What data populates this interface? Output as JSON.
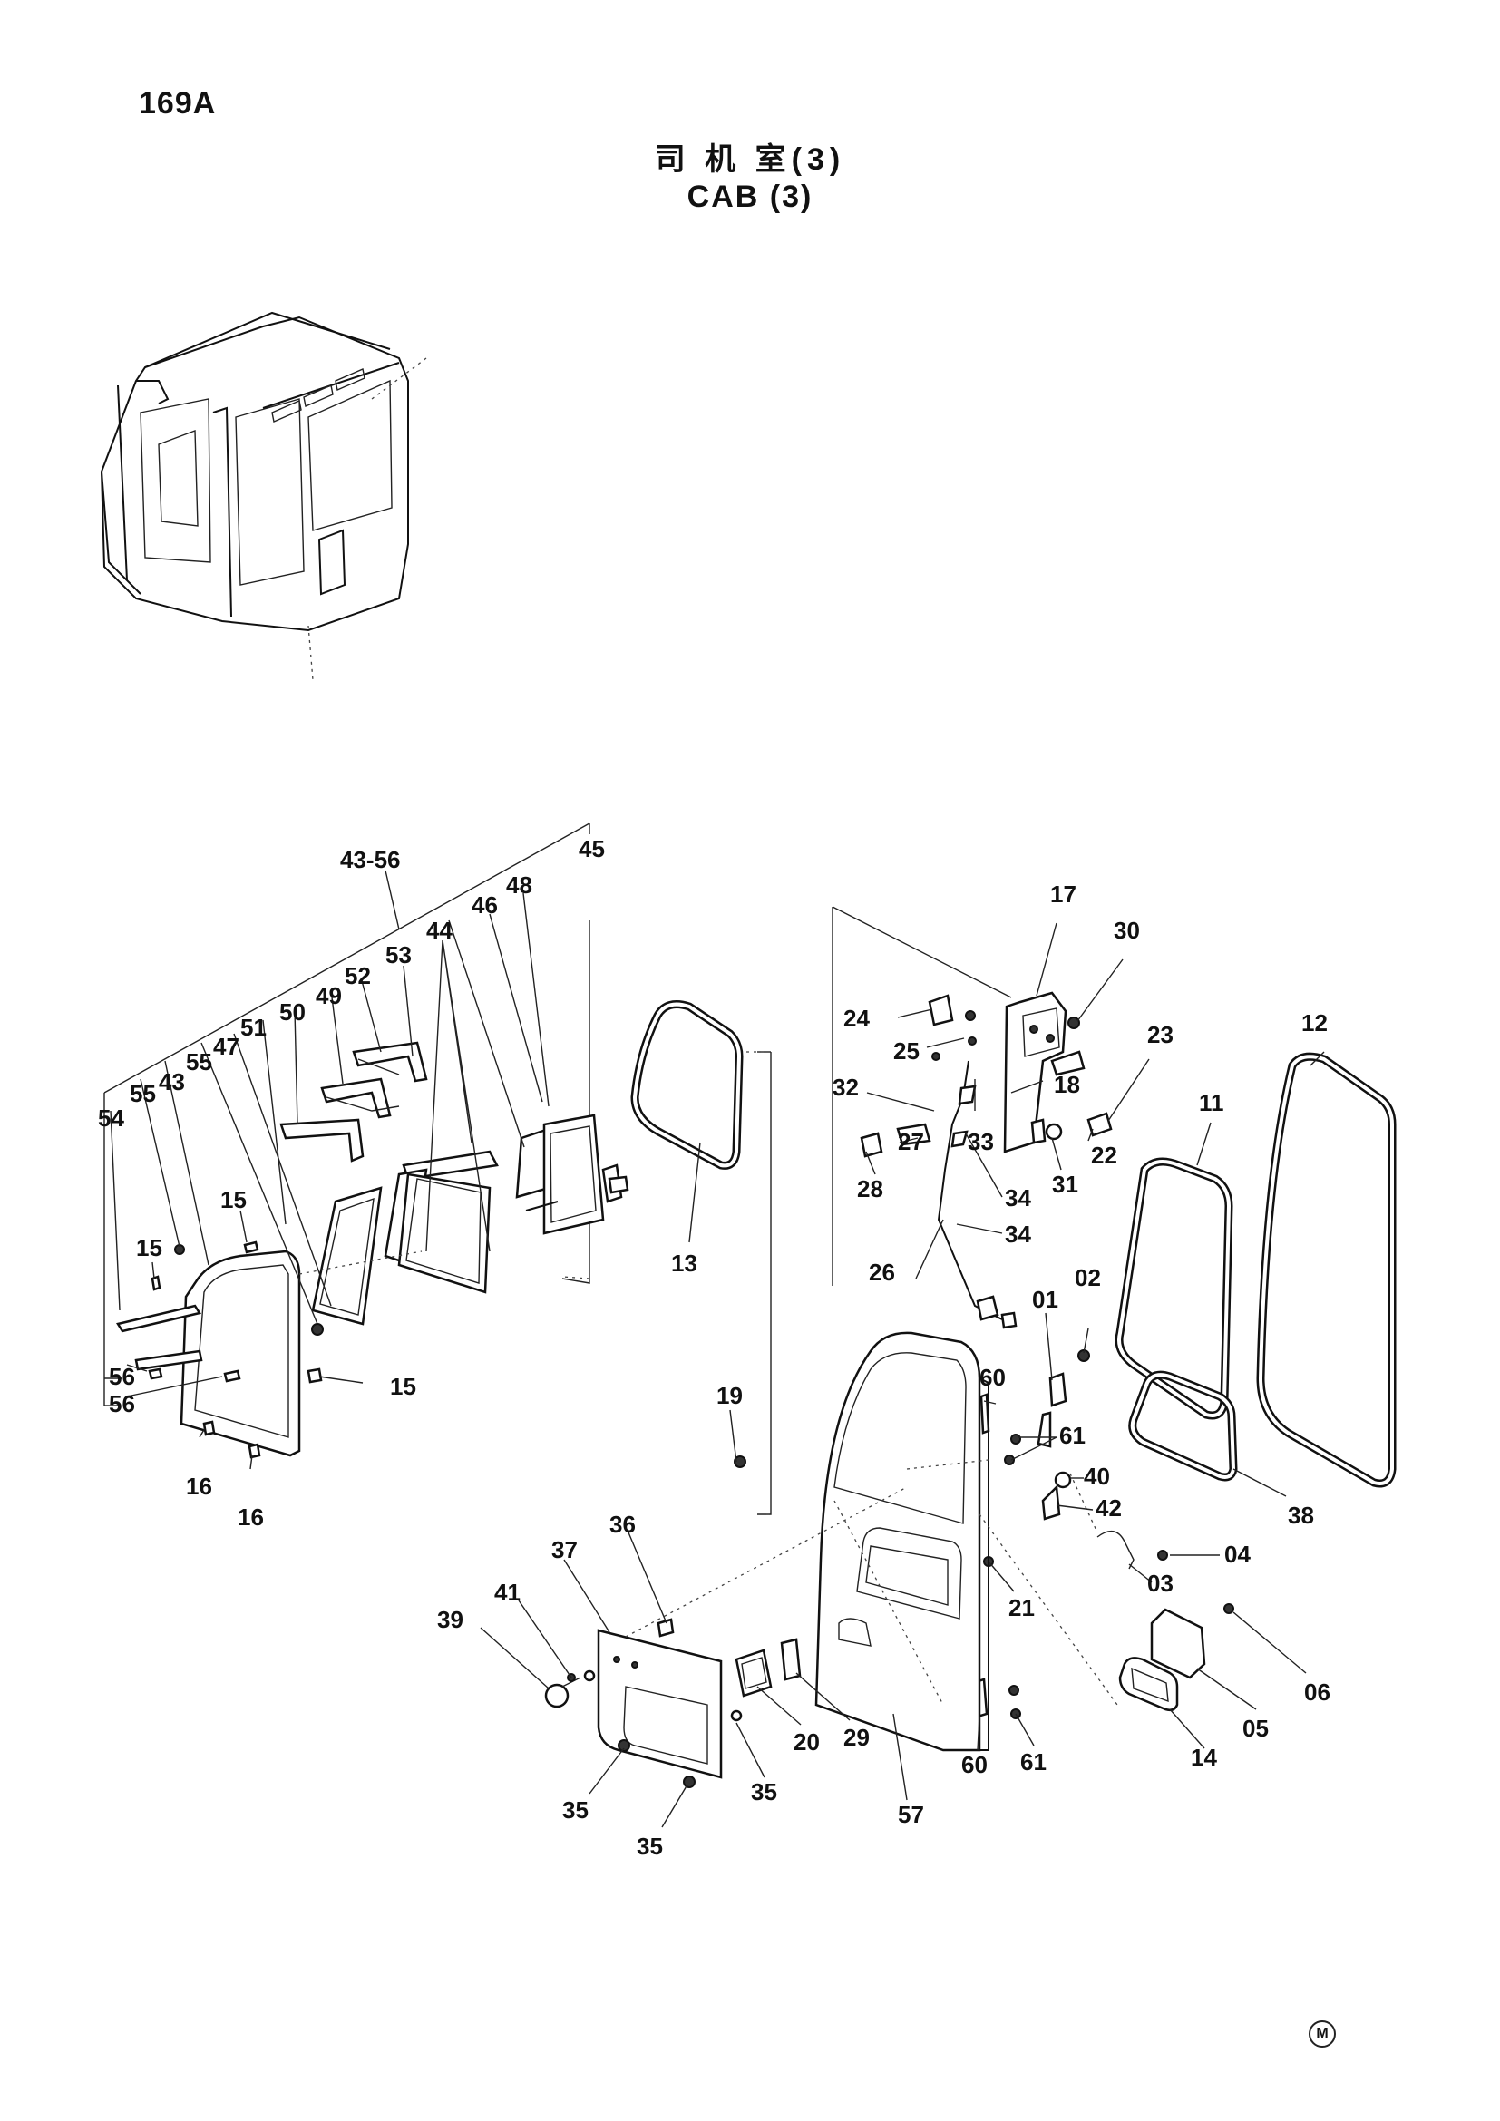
{
  "page": {
    "id": "169A",
    "title_cn": "司 机 室(3)",
    "title_en": "CAB (3)",
    "mark": "M"
  },
  "callouts": [
    "43-56",
    "45",
    "48",
    "46",
    "44",
    "53",
    "52",
    "49",
    "50",
    "51",
    "47",
    "55",
    "43",
    "55",
    "54",
    "15",
    "15",
    "15",
    "56",
    "56",
    "16",
    "16",
    "13",
    "17",
    "30",
    "24",
    "25",
    "23",
    "12",
    "18",
    "32",
    "33",
    "27",
    "22",
    "31",
    "11",
    "28",
    "34",
    "34",
    "26",
    "01",
    "02",
    "19",
    "60",
    "61",
    "40",
    "42",
    "04",
    "03",
    "21",
    "38",
    "36",
    "37",
    "39",
    "41",
    "06",
    "05",
    "20",
    "29",
    "14",
    "60",
    "61",
    "35",
    "35",
    "57",
    "35"
  ]
}
